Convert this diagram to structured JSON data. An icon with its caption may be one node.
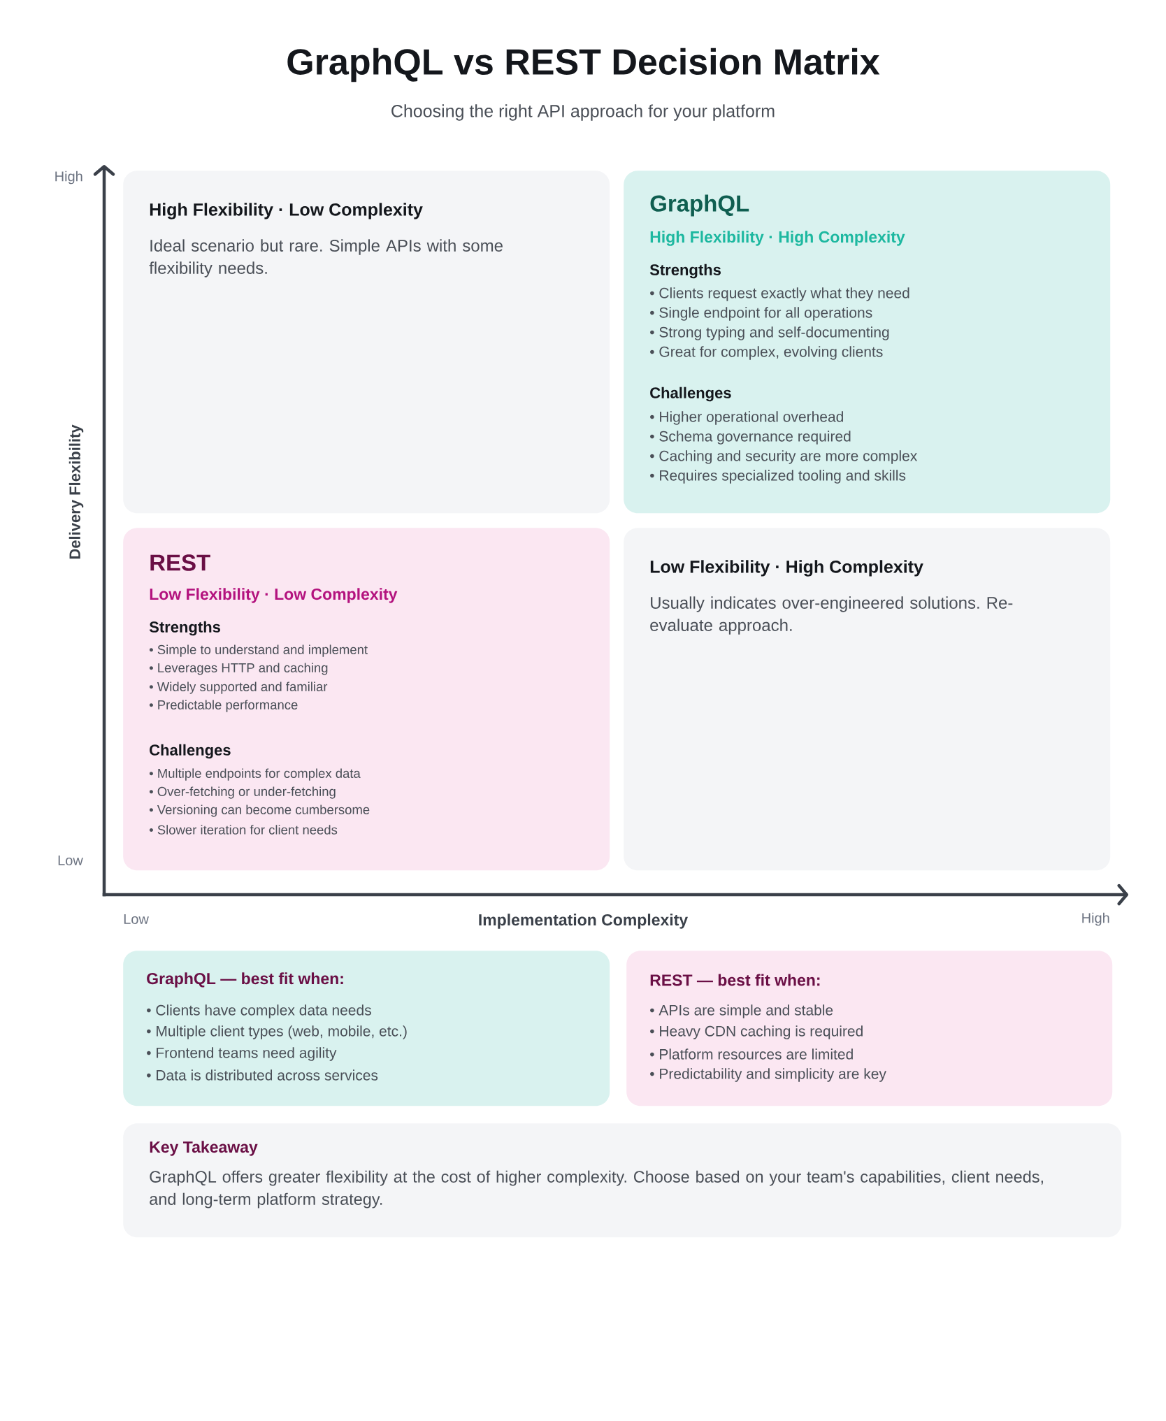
{
  "diagram": {
    "title": "GraphQL vs REST Decision Matrix",
    "nodes": [
      {
        "text": [
          "High Flexibility · Low Complexity",
          "Ideal scenario but rare. Simple APIs with some flexibility needs."
        ]
      },
      {
        "text": [
          "GraphQL",
          "High Flexibility · High Complexity",
          "Strengths",
          "• Clients request exactly what they need",
          "• Single endpoint for all operations",
          "• Strong typing and self-documenting",
          "• Great for complex, evolving clients",
          "Challenges",
          "• Higher operational overhead",
          "• Schema governance required",
          "• Caching and security are more complex",
          "• Requires specialized tooling and skills"
        ]
      },
      {
        "text": [
          "REST",
          "Low Flexibility · Low Complexity",
          "Strengths",
          "• Simple to understand and implement",
          "• Leverages HTTP and caching",
          "• Widely supported and familiar",
          "• Predictable performance",
          "Challenges",
          "• Multiple endpoints for complex data",
          "• Over-fetching or under-fetching",
          "• Versioning can become cumbersome",
          "• Slower iteration for client needs"
        ]
      },
      {
        "text": [
          "Low Flexibility · High Complexity",
          "Usually indicates over-engineered solutions. Re-evaluate approach."
        ]
      },
      {
        "text": [
          "GraphQL — best fit when:",
          "• Clients have complex data needs",
          "• Multiple client types (web, mobile, etc.)",
          "• Frontend teams need agility",
          "• Data is distributed across services"
        ]
      },
      {
        "text": [
          "REST — best fit when:",
          "• APIs are simple and stable",
          "• Heavy CDN caching is required",
          "• Platform resources are limited",
          "• Predictability and simplicity are key"
        ]
      },
      {
        "text": [
          "Key Takeaway",
          "GraphQL offers greater flexibility at the cost of higher complexity. Choose based on your team's capabilities, client needs, and long-term platform strategy."
        ]
      }
    ],
    "labels": [
      "Choosing the right API approach for your platform",
      "High",
      "Delivery Flexibility",
      "Low",
      "Low",
      "Implementation Complexity",
      "High"
    ]
  }
}
